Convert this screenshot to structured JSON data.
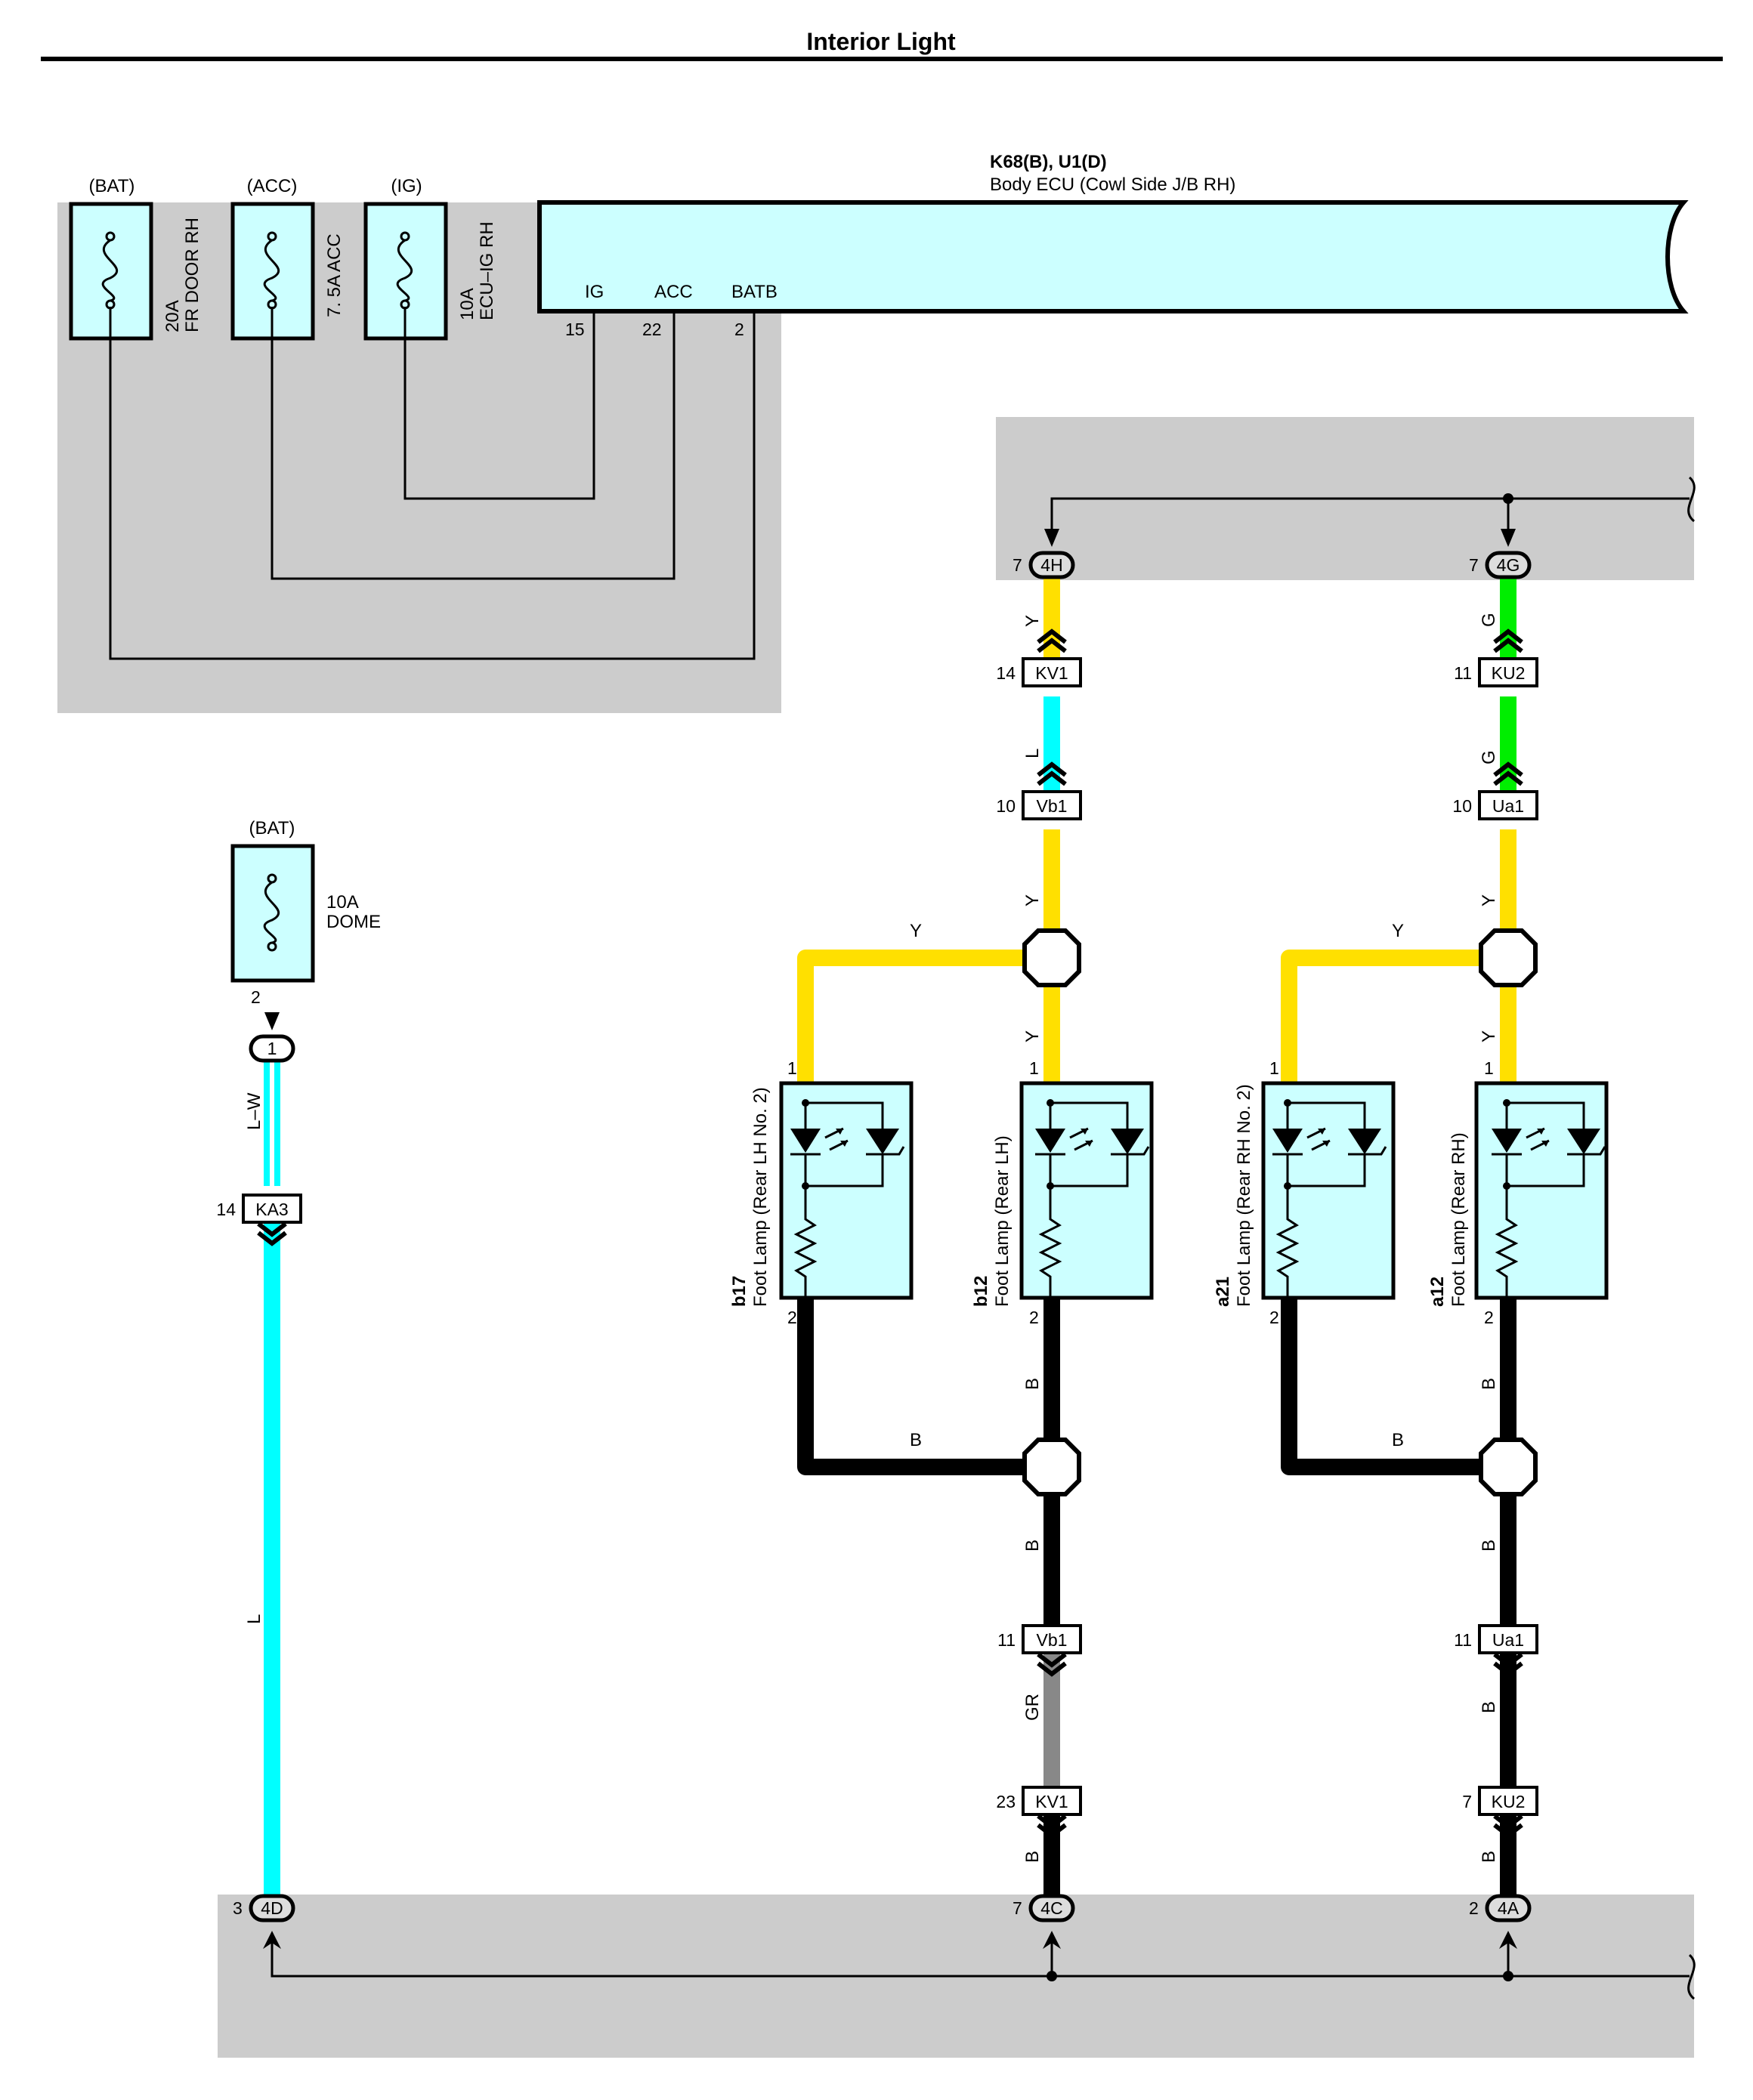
{
  "title": "Interior Light",
  "colors": {
    "shade": "#cccccc",
    "box_fill": "#ccffff",
    "Y": "#ffe000",
    "L": "#00ffff",
    "G": "#00ee00",
    "B": "#000000",
    "GR": "#888888",
    "L-W": "#00ffff"
  },
  "fuses": [
    {
      "source": "(BAT)",
      "rating": "20A",
      "name": "FR DOOR RH"
    },
    {
      "source": "(ACC)",
      "rating": "7. 5A ACC",
      "name": ""
    },
    {
      "source": "(IG)",
      "rating": "10A",
      "name": "ECU–IG RH"
    },
    {
      "source": "(BAT)",
      "rating": "10A",
      "name": "DOME"
    }
  ],
  "ecu": {
    "code": "K68(B), U1(D)",
    "name": "Body ECU (Cowl Side J/B RH)",
    "terminals": [
      {
        "label": "IG",
        "pin": "15"
      },
      {
        "label": "ACC",
        "pin": "22"
      },
      {
        "label": "BATB",
        "pin": "2"
      }
    ]
  },
  "dome_pin": "2",
  "junctions": [
    {
      "id": "4H",
      "pin": "7"
    },
    {
      "id": "4G",
      "pin": "7"
    },
    {
      "id": "1",
      "pin": ""
    },
    {
      "id": "4D",
      "pin": "3"
    },
    {
      "id": "4C",
      "pin": "7"
    },
    {
      "id": "4A",
      "pin": "2"
    }
  ],
  "connectors": [
    {
      "id": "KV1",
      "pin": "14"
    },
    {
      "id": "Vb1",
      "pin": "10"
    },
    {
      "id": "KU2",
      "pin": "11"
    },
    {
      "id": "Ua1",
      "pin": "10"
    },
    {
      "id": "KA3",
      "pin": "14"
    },
    {
      "id": "Vb1",
      "pin": "11"
    },
    {
      "id": "KV1",
      "pin": "23"
    },
    {
      "id": "Ua1",
      "pin": "11"
    },
    {
      "id": "KU2",
      "pin": "7"
    }
  ],
  "lamps": [
    {
      "code": "b17",
      "name": "Foot Lamp (Rear LH No. 2)",
      "pin_top": "1",
      "pin_bottom": "2"
    },
    {
      "code": "b12",
      "name": "Foot Lamp (Rear LH)",
      "pin_top": "1",
      "pin_bottom": "2"
    },
    {
      "code": "a21",
      "name": "Foot Lamp (Rear RH No. 2)",
      "pin_top": "1",
      "pin_bottom": "2"
    },
    {
      "code": "a12",
      "name": "Foot Lamp (Rear RH)",
      "pin_top": "1",
      "pin_bottom": "2"
    }
  ],
  "wire_labels": {
    "left_upper": "L–W",
    "left_lower": "L",
    "col1_upper": "Y",
    "col1_lower": "L",
    "col1_mid": "Y",
    "col1_branch": "Y",
    "col1_lamp": "Y",
    "col1_ground_branch": "B",
    "col1_ground_a": "B",
    "col1_ground_b": "B",
    "col1_ground_c": "GR",
    "col1_ground_d": "B",
    "col2_upper": "G",
    "col2_lower": "G",
    "col2_mid": "Y",
    "col2_branch": "Y",
    "col2_lamp": "Y",
    "col2_ground_branch": "B",
    "col2_ground_a": "B",
    "col2_ground_b": "B",
    "col2_ground_c": "B",
    "col2_ground_d": "B"
  }
}
